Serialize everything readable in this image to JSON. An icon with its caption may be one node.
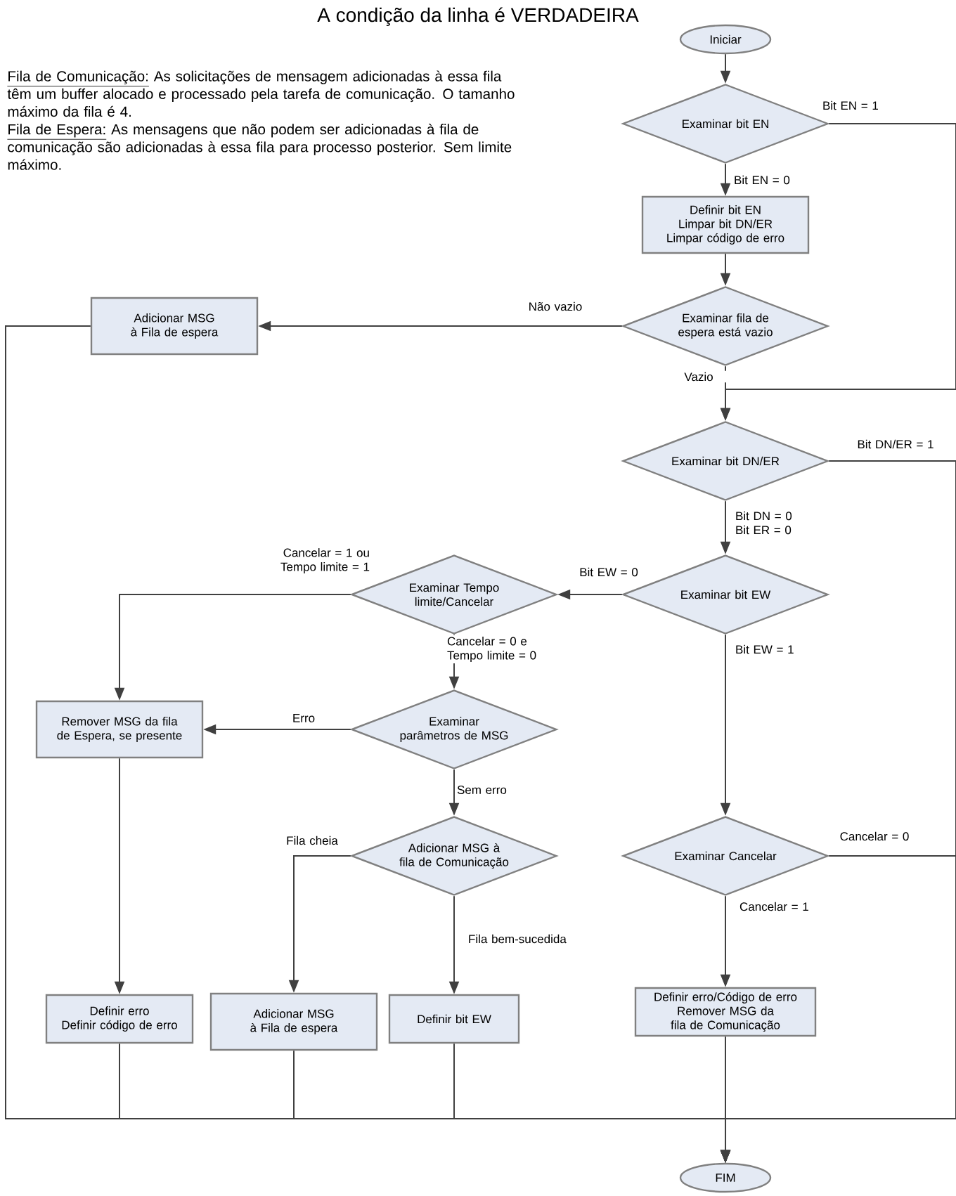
{
  "diagram": {
    "title": "A condição da linha é VERDADEIRA",
    "nodes": [
      {
        "text": [
          "Iniciar"
        ]
      },
      {
        "text": [
          "Examinar bit EN"
        ]
      },
      {
        "text": [
          "Definir bit EN",
          "Limpar bit DN/ER",
          "Limpar código de erro"
        ]
      },
      {
        "text": [
          "Examinar fila de espera está vazio"
        ]
      },
      {
        "text": [
          "Adicionar MSG à Fila de espera"
        ]
      },
      {
        "text": [
          "Examinar bit DN/ER"
        ]
      },
      {
        "text": [
          "Examinar bit EW"
        ]
      },
      {
        "text": [
          "Examinar Tempo limite/Cancelar"
        ]
      },
      {
        "text": [
          "Examinar parâmetros de MSG"
        ]
      },
      {
        "text": [
          "Remover MSG da fila de Espera, se presente"
        ]
      },
      {
        "text": [
          "Adicionar MSG à fila de Comunicação"
        ]
      },
      {
        "text": [
          "Examinar Cancelar"
        ]
      },
      {
        "text": [
          "Definir erro",
          "Definir código de erro"
        ]
      },
      {
        "text": [
          "Adicionar MSG à Fila de espera"
        ]
      },
      {
        "text": [
          "Definir bit EW"
        ]
      },
      {
        "text": [
          "Definir erro/Código de erro",
          "Remover MSG da fila de Comunicação"
        ]
      },
      {
        "text": [
          "FIM"
        ]
      }
    ],
    "edges": [
      {
        "from": 0,
        "to": 1,
        "arrow": "to"
      },
      {
        "from": 1,
        "to": 2,
        "arrow": "to",
        "label": "Bit EN = 0"
      },
      {
        "from": 1,
        "to": 5,
        "arrow": "to",
        "label": "Bit EN = 1"
      },
      {
        "from": 2,
        "to": 3,
        "arrow": "to"
      },
      {
        "from": 3,
        "to": 4,
        "arrow": "to",
        "label": "Não vazio"
      },
      {
        "from": 3,
        "to": 5,
        "arrow": "to",
        "label": "Vazio"
      },
      {
        "from": 4,
        "to": 16,
        "arrow": "to"
      },
      {
        "from": 5,
        "to": 6,
        "arrow": "to",
        "label": "Bit DN = 0 Bit ER = 0"
      },
      {
        "from": 5,
        "to": 16,
        "arrow": "to",
        "label": "Bit DN/ER = 1"
      },
      {
        "from": 6,
        "to": 7,
        "arrow": "to",
        "label": "Bit EW = 0"
      },
      {
        "from": 6,
        "to": 11,
        "arrow": "to",
        "label": "Bit EW = 1"
      },
      {
        "from": 7,
        "to": 9,
        "arrow": "to",
        "label": "Cancelar = 1 ou Tempo limite = 1"
      },
      {
        "from": 7,
        "to": 8,
        "arrow": "to",
        "label": "Cancelar = 0 e Tempo limite = 0"
      },
      {
        "from": 8,
        "to": 9,
        "arrow": "to",
        "label": "Erro"
      },
      {
        "from": 8,
        "to": 10,
        "arrow": "to",
        "label": "Sem erro"
      },
      {
        "from": 10,
        "to": 13,
        "arrow": "to",
        "label": "Fila cheia"
      },
      {
        "from": 10,
        "to": 14,
        "arrow": "to",
        "label": "Fila bem-sucedida"
      },
      {
        "from": 11,
        "to": 15,
        "arrow": "to",
        "label": "Cancelar = 1"
      },
      {
        "from": 11,
        "to": 16,
        "arrow": "to",
        "label": "Cancelar = 0"
      },
      {
        "from": 9,
        "to": 12,
        "arrow": "to"
      },
      {
        "from": 12,
        "to": 16,
        "arrow": "to"
      },
      {
        "from": 13,
        "to": 16,
        "arrow": "to"
      },
      {
        "from": 14,
        "to": 16,
        "arrow": "to"
      },
      {
        "from": 15,
        "to": 16,
        "arrow": "to"
      }
    ],
    "labels": [
      "Fila de Comunicação:",
      "As solicitações de mensagem adicionadas à essa fila têm um buffer alocado e processado pela tarefa de comunicação. O tamanho máximo da fila é 4.",
      "Fila de Espera:",
      "As mensagens que não podem ser adicionadas à fila de comunicação são adicionadas à essa fila para processo posterior. Sem limite máximo."
    ]
  }
}
